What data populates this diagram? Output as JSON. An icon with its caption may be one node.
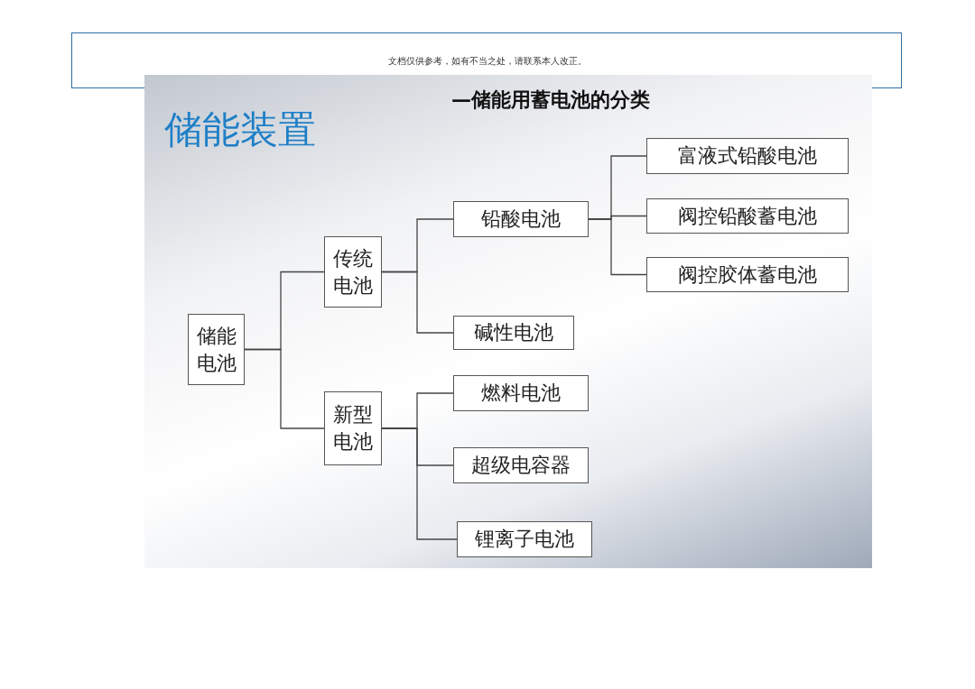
{
  "diagram": {
    "title": "储能装置",
    "nodes": [
      {
        "text": [
          "储能电池"
        ]
      },
      {
        "text": [
          "传统电池"
        ]
      },
      {
        "text": [
          "新型电池"
        ]
      },
      {
        "text": [
          "铅酸电池"
        ]
      },
      {
        "text": [
          "碱性电池"
        ]
      },
      {
        "text": [
          "燃料电池"
        ]
      },
      {
        "text": [
          "超级电容器"
        ]
      },
      {
        "text": [
          "锂离子电池"
        ]
      },
      {
        "text": [
          "富液式铅酸电池"
        ]
      },
      {
        "text": [
          "阀控铅酸蓄电池"
        ]
      },
      {
        "text": [
          "阀控胶体蓄电池"
        ]
      }
    ],
    "edges": [
      {
        "from": 0,
        "to": 1,
        "arrow": "none"
      },
      {
        "from": 0,
        "to": 2,
        "arrow": "none"
      },
      {
        "from": 1,
        "to": 3,
        "arrow": "none"
      },
      {
        "from": 1,
        "to": 4,
        "arrow": "none"
      },
      {
        "from": 2,
        "to": 5,
        "arrow": "none"
      },
      {
        "from": 2,
        "to": 6,
        "arrow": "none"
      },
      {
        "from": 2,
        "to": 7,
        "arrow": "none"
      },
      {
        "from": 3,
        "to": 8,
        "arrow": "none"
      },
      {
        "from": 3,
        "to": 9,
        "arrow": "none"
      },
      {
        "from": 3,
        "to": 10,
        "arrow": "none"
      }
    ],
    "labels": [
      "文档仅供参考，如有不当之处，请联系本人改正。",
      "—储能用蓄电池的分类"
    ]
  }
}
